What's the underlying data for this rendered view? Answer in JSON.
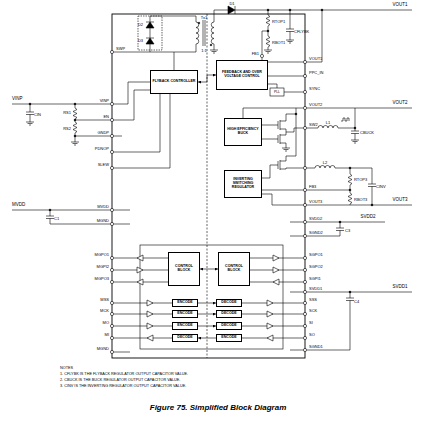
{
  "diagram": {
    "caption": "Figure 75. Simplified Block Diagram",
    "nodes": [
      {
        "text": [
          "FLYBACK CONTROLLER"
        ]
      },
      {
        "text": [
          "FEEDBACK AND OVER VOLTAGE CONTROL"
        ]
      },
      {
        "text": [
          "HIGH EFFICIENCY BUCK"
        ]
      },
      {
        "text": [
          "INVERTING SWITCHING REGULATOR"
        ]
      },
      {
        "text": [
          "CONTROL BLOCK"
        ]
      },
      {
        "text": [
          "CONTROL BLOCK"
        ]
      },
      {
        "text": [
          "ENCODE"
        ]
      },
      {
        "text": [
          "ENCODE"
        ]
      },
      {
        "text": [
          "ENCODE"
        ]
      },
      {
        "text": [
          "DECODE"
        ]
      },
      {
        "text": [
          "DECODE"
        ]
      },
      {
        "text": [
          "DECODE"
        ]
      },
      {
        "text": [
          "DECODE"
        ]
      },
      {
        "text": [
          "ENCODE"
        ]
      }
    ],
    "edges": [
      {
        "from": 0,
        "to": 1,
        "arrow": "both"
      },
      {
        "from": 4,
        "to": 5,
        "arrow": "both"
      },
      {
        "from": 6,
        "to": 10,
        "arrow": "to"
      },
      {
        "from": 7,
        "to": 11,
        "arrow": "to"
      },
      {
        "from": 8,
        "to": 12,
        "arrow": "to"
      },
      {
        "from": 13,
        "to": 9,
        "arrow": "to"
      }
    ],
    "labels": [
      "D2",
      "D3",
      "Tx1",
      "1:1",
      "D1",
      "RTOP1",
      "CFLYBK",
      "RBOT1",
      "VOUT1",
      "SWP",
      "FB1",
      "VOUT1",
      "PPC_IN",
      "SYNC",
      "VOUT2",
      "VOUT2",
      "SW2",
      "L1",
      "CBUCK",
      "L2",
      "RTOP3",
      "FB3",
      "RBOT3",
      "CINV",
      "VOUT3",
      "VOUT3",
      "SVDD2",
      "SVDD2",
      "C3",
      "SGND2",
      "SGPO1",
      "SGPO2",
      "SGPI1",
      "SVDD1",
      "SVDD1",
      "C4",
      "SSS",
      "SCK",
      "SI",
      "SO",
      "SGND1",
      "VINP",
      "CIN",
      "RS1",
      "RS2",
      "VINP",
      "EN",
      "GNDP",
      "PDNOP",
      "SLEW",
      "MVDD",
      "C1",
      "MVDD",
      "MGND",
      "MGPO1",
      "MGPI2",
      "MGPO3",
      "MSS",
      "MCK",
      "MO",
      "MI",
      "MGND",
      "PLL",
      "NOTES",
      "1. CFLYBK IS THE FLYBACK REGULATOR OUTPUT CAPACITOR VALUE.",
      "2. CBUCK IS THE BUCK REGULATOR OUTPUT CAPACITOR VALUE.",
      "3. CINV IS THE INVERTING REGULATOR OUTPUT CAPACITOR VALUE."
    ]
  }
}
